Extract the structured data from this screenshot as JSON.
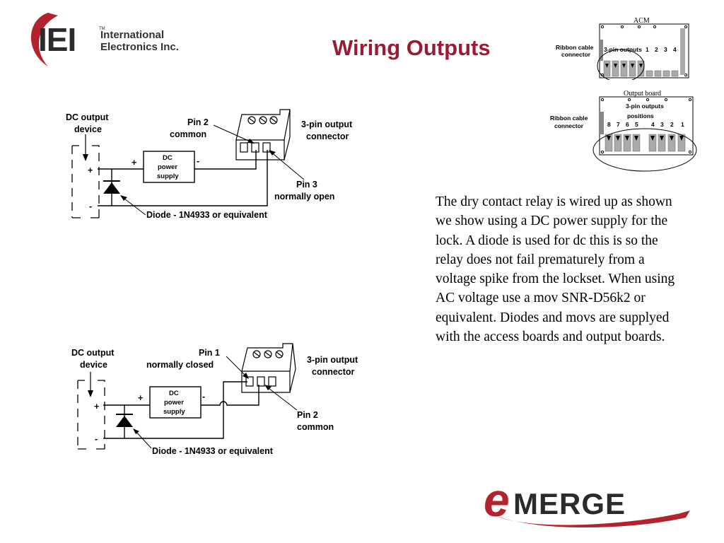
{
  "title": "Wiring Outputs",
  "brand": {
    "iei_letters": "IEI",
    "tm": "TM",
    "company_line1": "International",
    "company_line2": "Electronics Inc.",
    "emerge_text": "MERGE",
    "emerge_e": "e",
    "colors": {
      "red": "#b3232e",
      "dark": "#2b2b2b",
      "title": "#9b1b34"
    }
  },
  "body_text": "The dry contact relay is wired up as shown we show using a DC power supply for the lock. A diode is used for dc this is so the relay does not fail prematurely from a voltage spike from the lockset.   When using AC voltage use a mov SNR-D56k2 or equivalent.  Diodes and movs are supplyed with the access boards and output boards.",
  "diagram_top": {
    "dc_output_line1": "DC output",
    "dc_output_line2": "device",
    "plus": "+",
    "minus": "-",
    "psu_plus": "+",
    "psu_minus": "-",
    "psu_line1": "DC",
    "psu_line2": "power",
    "psu_line3": "supply",
    "pin2_line1": "Pin 2",
    "pin2_line2": "common",
    "connector_line1": "3-pin output",
    "connector_line2": "connector",
    "pin3_line1": "Pin 3",
    "pin3_line2": "normally open",
    "diode": "Diode - 1N4933 or equivalent"
  },
  "diagram_bottom": {
    "dc_output_line1": "DC output",
    "dc_output_line2": "device",
    "plus": "+",
    "minus": "-",
    "psu_plus": "+",
    "psu_minus": "-",
    "psu_line1": "DC",
    "psu_line2": "power",
    "psu_line3": "supply",
    "pin1_line1": "Pin 1",
    "pin1_line2": "normally closed",
    "connector_line1": "3-pin output",
    "connector_line2": "connector",
    "pin2_line1": "Pin 2",
    "pin2_line2": "common",
    "diode": "Diode - 1N4933 or equivalent"
  },
  "acm_board": {
    "title": "ACM",
    "ribbon_line1": "Ribbon cable",
    "ribbon_line2": "connector",
    "outputs_label": "3-pin outputs",
    "numbers": [
      "1",
      "2",
      "3",
      "4"
    ]
  },
  "output_board": {
    "title": "Output board",
    "ribbon_line1": "Ribbon cable",
    "ribbon_line2": "connector",
    "outputs_line1": "3-pin outputs",
    "outputs_line2": "positions",
    "numbers_left": [
      "8",
      "7",
      "6",
      "5"
    ],
    "numbers_right": [
      "4",
      "3",
      "2",
      "1"
    ]
  }
}
